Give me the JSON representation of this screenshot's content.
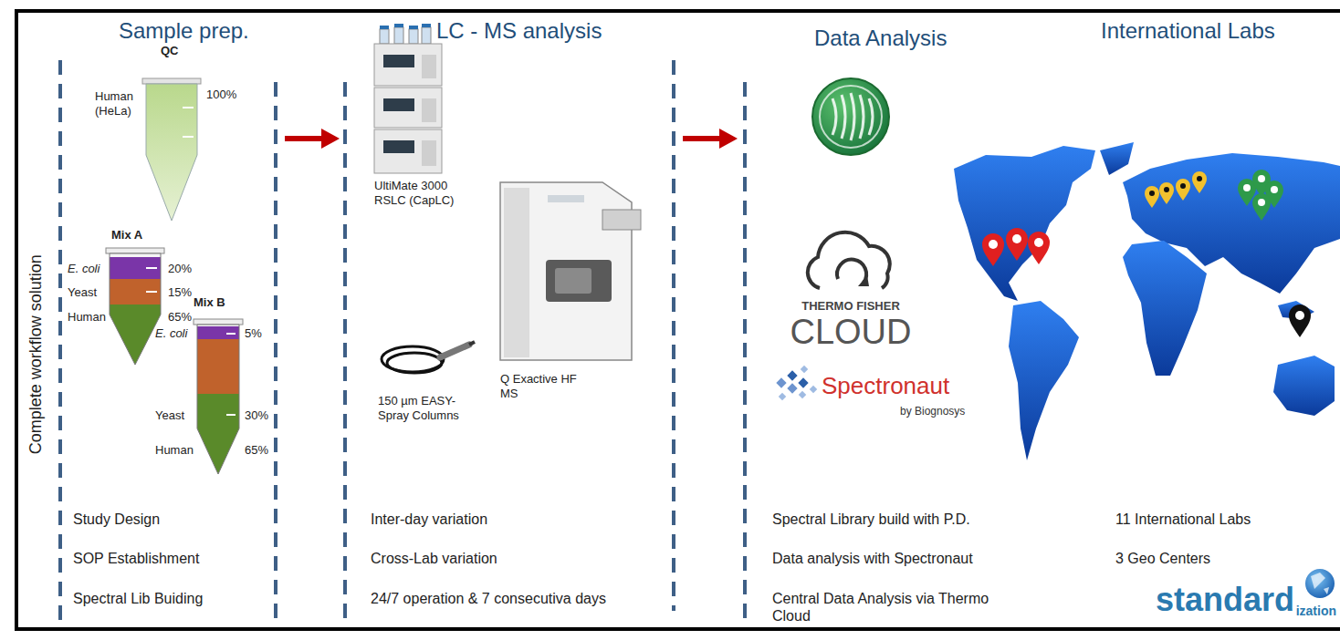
{
  "diagram": {
    "labels": [
      "Complete workflow solution",
      "Sample prep.",
      "QC",
      "Human (HeLa)",
      "100%",
      "Mix A",
      "E. coli",
      "20%",
      "Yeast",
      "15%",
      "Human",
      "65%",
      "Mix B",
      "E. coli",
      "5%",
      "Yeast",
      "30%",
      "Human",
      "65%",
      "Study Design",
      "SOP Establishment",
      "Spectral Lib Buiding",
      "LC - MS analysis",
      "UltiMate 3000 RSLC (CapLC)",
      "Q Exactive HF MS",
      "150 µm EASY- Spray Columns",
      "Inter-day variation",
      "Cross-Lab variation",
      "24/7 operation & 7 consecutiva days",
      "Data Analysis",
      "THERMO FISHER",
      "CLOUD",
      "Spectronaut",
      "by Biognosys",
      "Spectral Library build with P.D.",
      "Data analysis with Spectronaut",
      "Central Data Analysis via Thermo Cloud",
      "International Labs",
      "11 International Labs",
      "3 Geo Centers",
      "standard",
      "ization"
    ]
  }
}
